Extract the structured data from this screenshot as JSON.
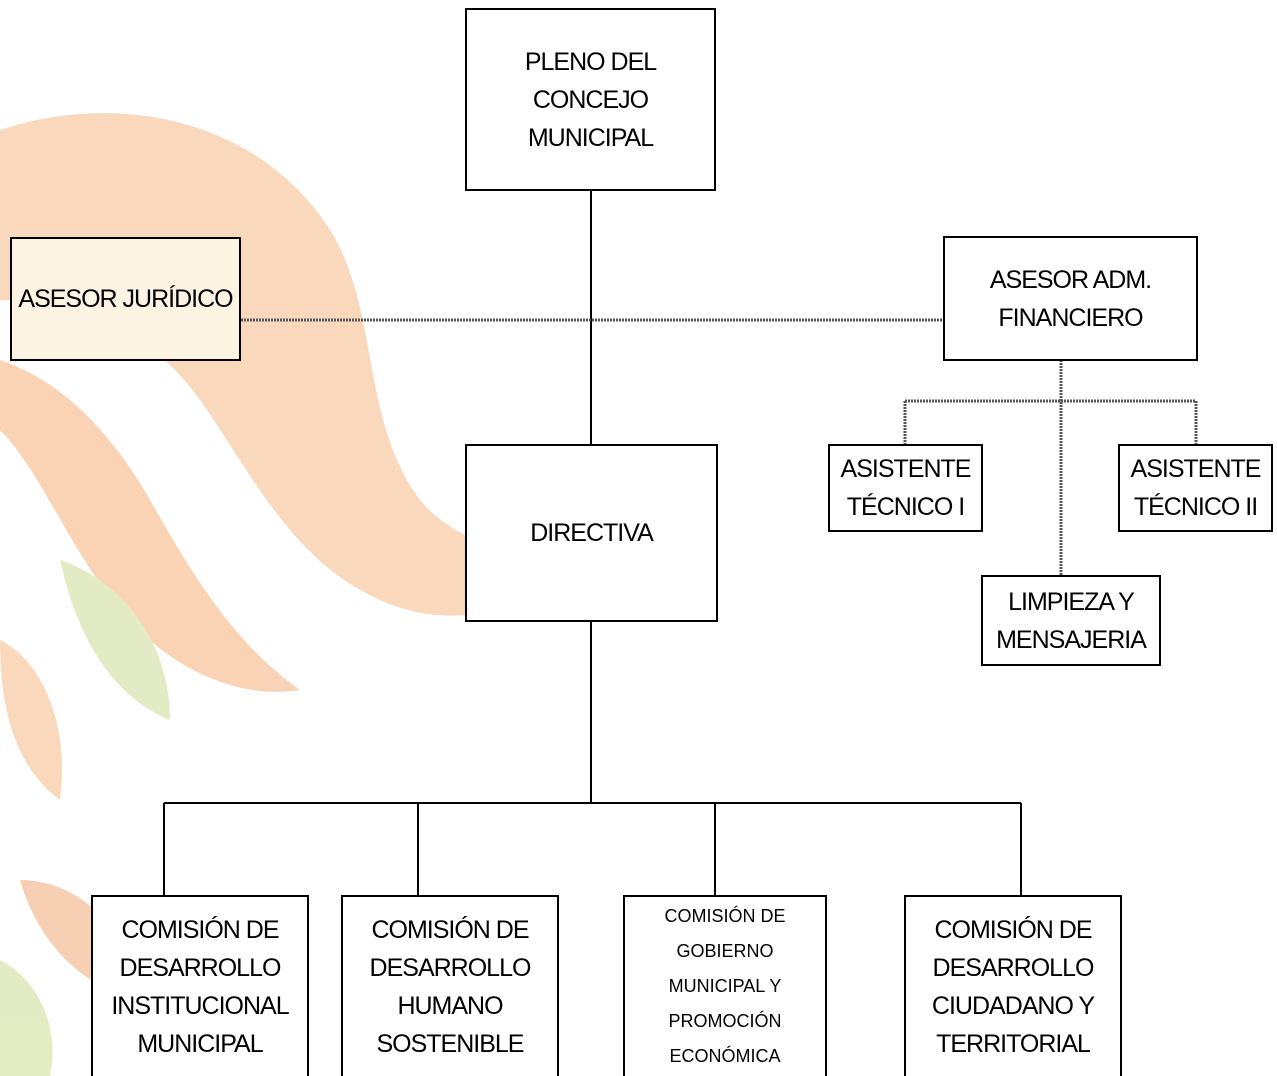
{
  "colors": {
    "line": "#000000",
    "watermark_orange": "#f6b27a",
    "watermark_green": "#c9d98a",
    "juridico_bg": "#fcf3e3"
  },
  "nodes": {
    "pleno": "PLENO DEL CONCEJO\nMUNICIPAL",
    "asesor_juridico": "ASESOR JURÍDICO",
    "asesor_adm": "ASESOR ADM.\nFINANCIERO",
    "directiva": "DIRECTIVA",
    "asistente_1": "ASISTENTE\nTÉCNICO I",
    "asistente_2": "ASISTENTE\nTÉCNICO II",
    "limpieza": "LIMPIEZA Y\nMENSAJERIA",
    "comision_1": "COMISIÓN DE\nDESARROLLO\nINSTITUCIONAL\nMUNICIPAL",
    "comision_2": "COMISIÓN DE\nDESARROLLO\nHUMANO\nSOSTENIBLE",
    "comision_3": "COMISIÓN DE\nGOBIERNO\nMUNICIPAL Y\nPROMOCIÓN\nECONÓMICA",
    "comision_4": "COMISIÓN DE\nDESARROLLO\nCIUDADANO Y\nTERRITORIAL"
  }
}
